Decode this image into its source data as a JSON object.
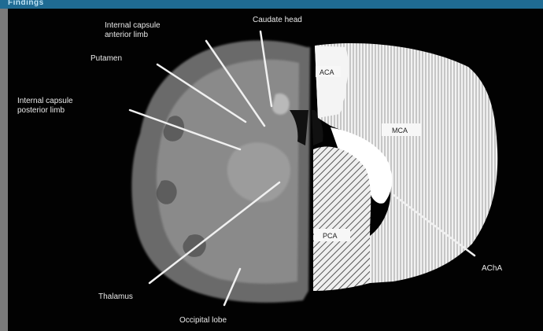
{
  "header": {
    "label": "Findings"
  },
  "colors": {
    "header_bar": "#1f6b93",
    "left_strip": "#7a7a7a",
    "background": "#020202",
    "label": "#e9e9e9"
  },
  "labels": {
    "internal_capsule_anterior": [
      "Internal capsule",
      "anterior limb"
    ],
    "caudate_head": "Caudate head",
    "putamen": "Putamen",
    "internal_capsule_posterior": [
      "Internal capsule",
      "posterior limb"
    ],
    "thalamus": "Thalamus",
    "occipital_lobe": "Occipital lobe",
    "acha": "AChA"
  },
  "territories": {
    "aca": "ACA",
    "mca": "MCA",
    "pca": "PCA"
  }
}
